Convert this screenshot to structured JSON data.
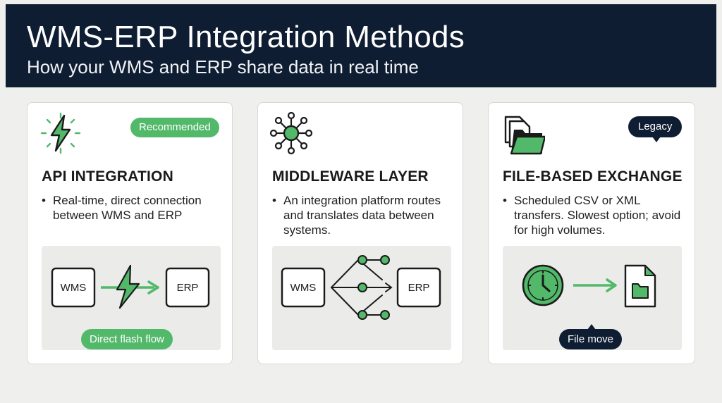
{
  "header": {
    "title": "WMS-ERP Integration Methods",
    "subtitle": "How your WMS and ERP share data in real time"
  },
  "colors": {
    "navy": "#0f1d33",
    "green": "#52b96a",
    "card_bg": "#ffffff",
    "panel_bg": "#ebebea"
  },
  "cards": [
    {
      "icon": "lightning-bolt-icon",
      "badge": "Recommended",
      "title": "API INTEGRATION",
      "bullet": "Real-time, direct connection between WMS and ERP",
      "diagram": {
        "source": "WMS",
        "target": "ERP",
        "connector": "lightning-bolt-icon",
        "caption": "Direct flash flow"
      }
    },
    {
      "icon": "network-hub-icon",
      "title": "MIDDLEWARE LAYER",
      "bullet": "An integration platform routes and translates data between systems.",
      "diagram": {
        "source": "WMS",
        "target": "ERP",
        "connector": "routing-nodes-icon"
      }
    },
    {
      "icon": "folder-files-icon",
      "badge": "Legacy",
      "title": "FILE-BASED EXCHANGE",
      "bullet": "Scheduled CSV or XML transfers. Slowest option; avoid for high volumes.",
      "diagram": {
        "source": "clock-icon",
        "target": "file-folder-icon",
        "caption": "File move"
      }
    }
  ]
}
